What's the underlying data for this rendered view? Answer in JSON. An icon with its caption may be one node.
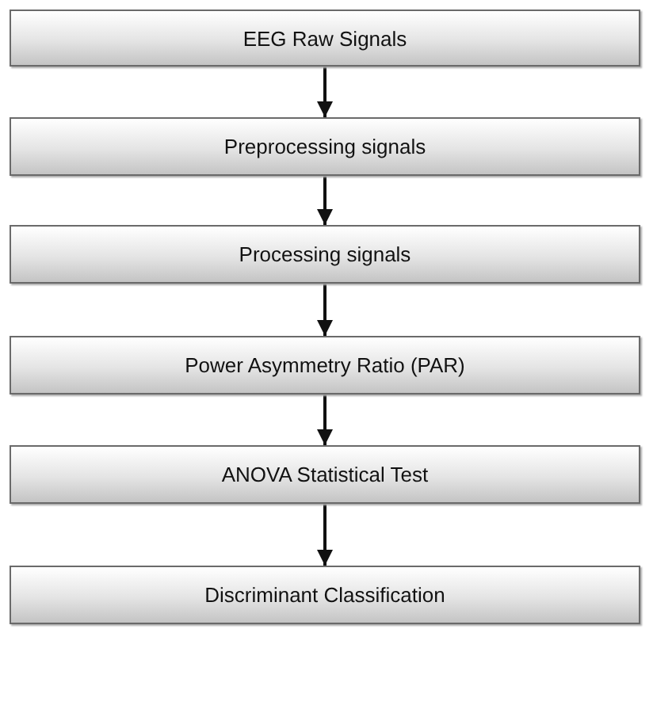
{
  "diagram": {
    "nodes": [
      {
        "text": [
          "EEG Raw Signals"
        ]
      },
      {
        "text": [
          "Preprocessing signals"
        ]
      },
      {
        "text": [
          "Processing signals"
        ]
      },
      {
        "text": [
          "Power Asymmetry Ratio (PAR)"
        ]
      },
      {
        "text": [
          "ANOVA Statistical Test"
        ]
      },
      {
        "text": [
          "Discriminant Classification"
        ]
      }
    ],
    "edges": [
      {
        "from": 0,
        "to": 1,
        "arrow": "to"
      },
      {
        "from": 1,
        "to": 2,
        "arrow": "to"
      },
      {
        "from": 2,
        "to": 3,
        "arrow": "to"
      },
      {
        "from": 3,
        "to": 4,
        "arrow": "to"
      },
      {
        "from": 4,
        "to": 5,
        "arrow": "to"
      }
    ]
  }
}
